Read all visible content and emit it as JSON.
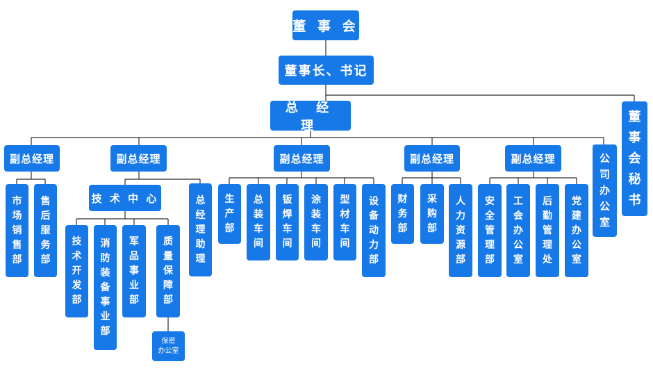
{
  "org": {
    "board": "董 事 会",
    "chairman": "董事长、书记",
    "general_manager": "总 经 理",
    "board_secretary": "董\n事\n会\n秘\n书",
    "general_office": "公\n司\n办\n公\n室",
    "vp1": {
      "title": "副总经理",
      "depts": [
        "市\n场\n销\n售\n部",
        "售\n后\n服\n务\n部"
      ]
    },
    "vp2": {
      "title": "副总经理",
      "tech_center": "技 术 中 心",
      "tech_depts": [
        "技\n术\n开\n发\n部",
        "消\n防\n装\n备\n事\n业\n部",
        "军\n品\n事\n业\n部",
        "质\n量\n保\n障\n部"
      ],
      "security_office": "保密\n办公室",
      "gm_assistant": "总\n经\n理\n助\n理"
    },
    "vp3": {
      "title": "副总经理",
      "depts": [
        "生\n产\n部",
        "总\n装\n车\n间",
        "钣\n焊\n车\n间",
        "涂\n装\n车\n间",
        "型\n材\n车\n间",
        "设\n备\n动\n力\n部"
      ]
    },
    "vp4": {
      "title": "副总经理",
      "depts": [
        "财\n务\n部",
        "采\n购\n部",
        "人\n力\n资\n源\n部"
      ]
    },
    "vp5": {
      "title": "副总经理",
      "depts": [
        "安\n全\n管\n理\n部",
        "工\n会\n办\n公\n室",
        "后\n勤\n管\n理\n处",
        "党\n建\n办\n公\n室"
      ]
    }
  },
  "colors": {
    "box": "#1778e8",
    "line": "#2b2b2b",
    "text": "#ffffff"
  }
}
